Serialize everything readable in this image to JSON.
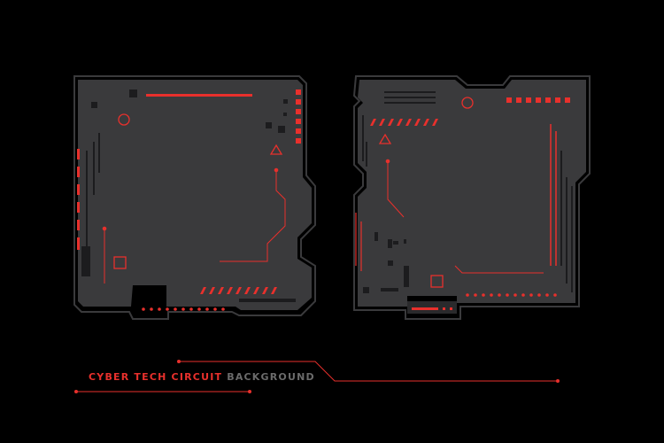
{
  "caption": {
    "highlight": "CYBER TECH CIRCUIT",
    "rest": "BACKGROUND"
  },
  "colors": {
    "background": "#000000",
    "panel_fill": "#3a3a3c",
    "panel_outline": "#2a2a2c",
    "accent_red": "#e8302c",
    "line_grey": "#1c1c1e",
    "dim_grey": "#6b6b6b"
  },
  "panels": [
    "left-hud-panel",
    "right-hud-panel"
  ]
}
